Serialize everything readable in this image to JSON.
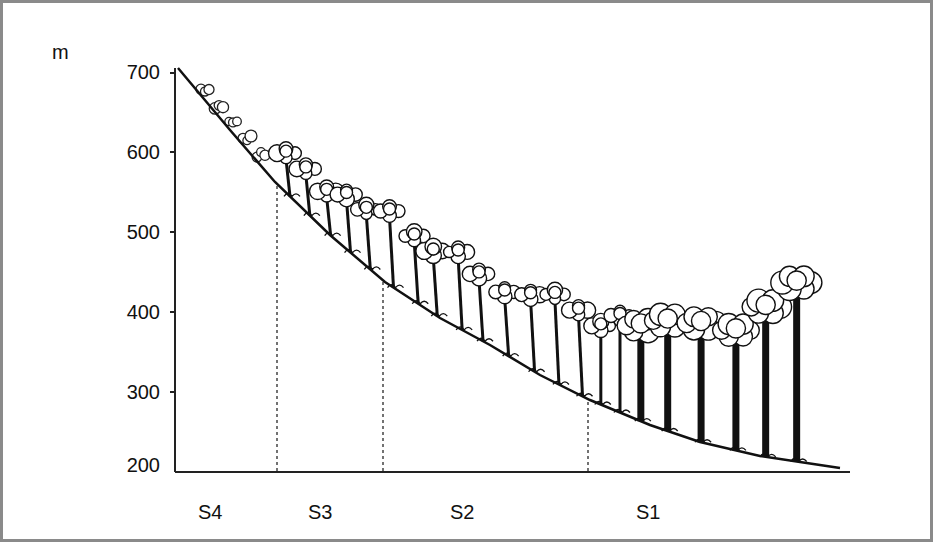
{
  "diagram": {
    "labels": [
      "m",
      "700",
      "600",
      "500",
      "400",
      "300",
      "200",
      "S4",
      "S3",
      "S2",
      "S1"
    ]
  }
}
